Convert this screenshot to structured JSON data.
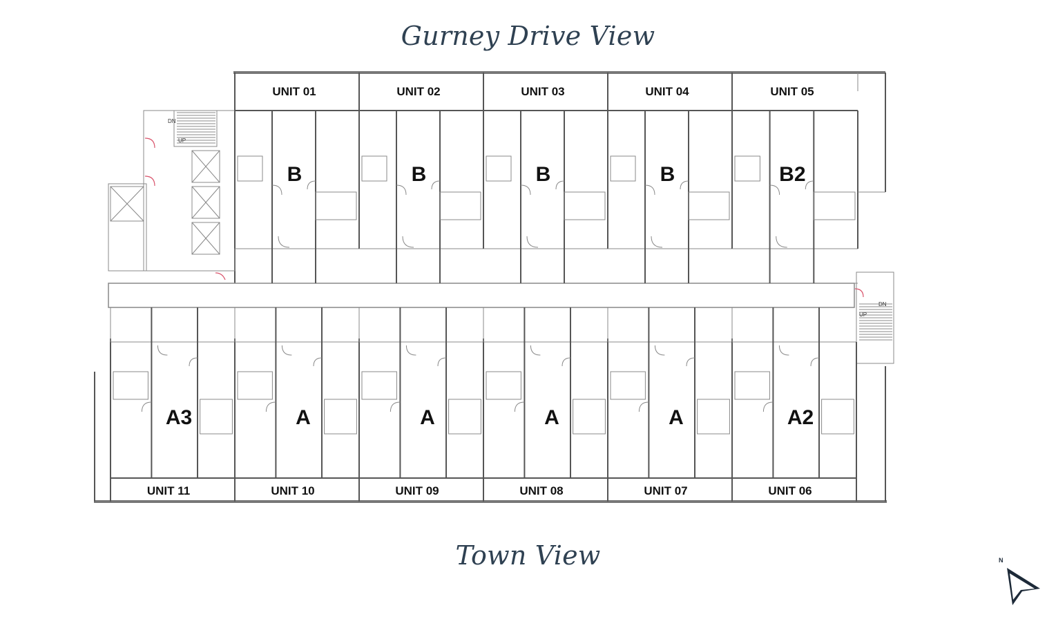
{
  "titles": {
    "top": "Gurney Drive View",
    "bottom": "Town View"
  },
  "units_top": [
    {
      "unit": "UNIT 01",
      "type": "B"
    },
    {
      "unit": "UNIT 02",
      "type": "B"
    },
    {
      "unit": "UNIT 03",
      "type": "B"
    },
    {
      "unit": "UNIT 04",
      "type": "B"
    },
    {
      "unit": "UNIT 05",
      "type": "B2"
    }
  ],
  "units_bottom": [
    {
      "unit": "UNIT 11",
      "type": "A3"
    },
    {
      "unit": "UNIT 10",
      "type": "A"
    },
    {
      "unit": "UNIT 09",
      "type": "A"
    },
    {
      "unit": "UNIT 08",
      "type": "A"
    },
    {
      "unit": "UNIT 07",
      "type": "A"
    },
    {
      "unit": "UNIT 06",
      "type": "A2"
    }
  ],
  "stair_labels": {
    "dn": "DN",
    "up": "UP"
  },
  "compass": {
    "label": "N"
  },
  "colors": {
    "title": "#2f4152",
    "wall": "#555555",
    "door": "#d9536b"
  }
}
